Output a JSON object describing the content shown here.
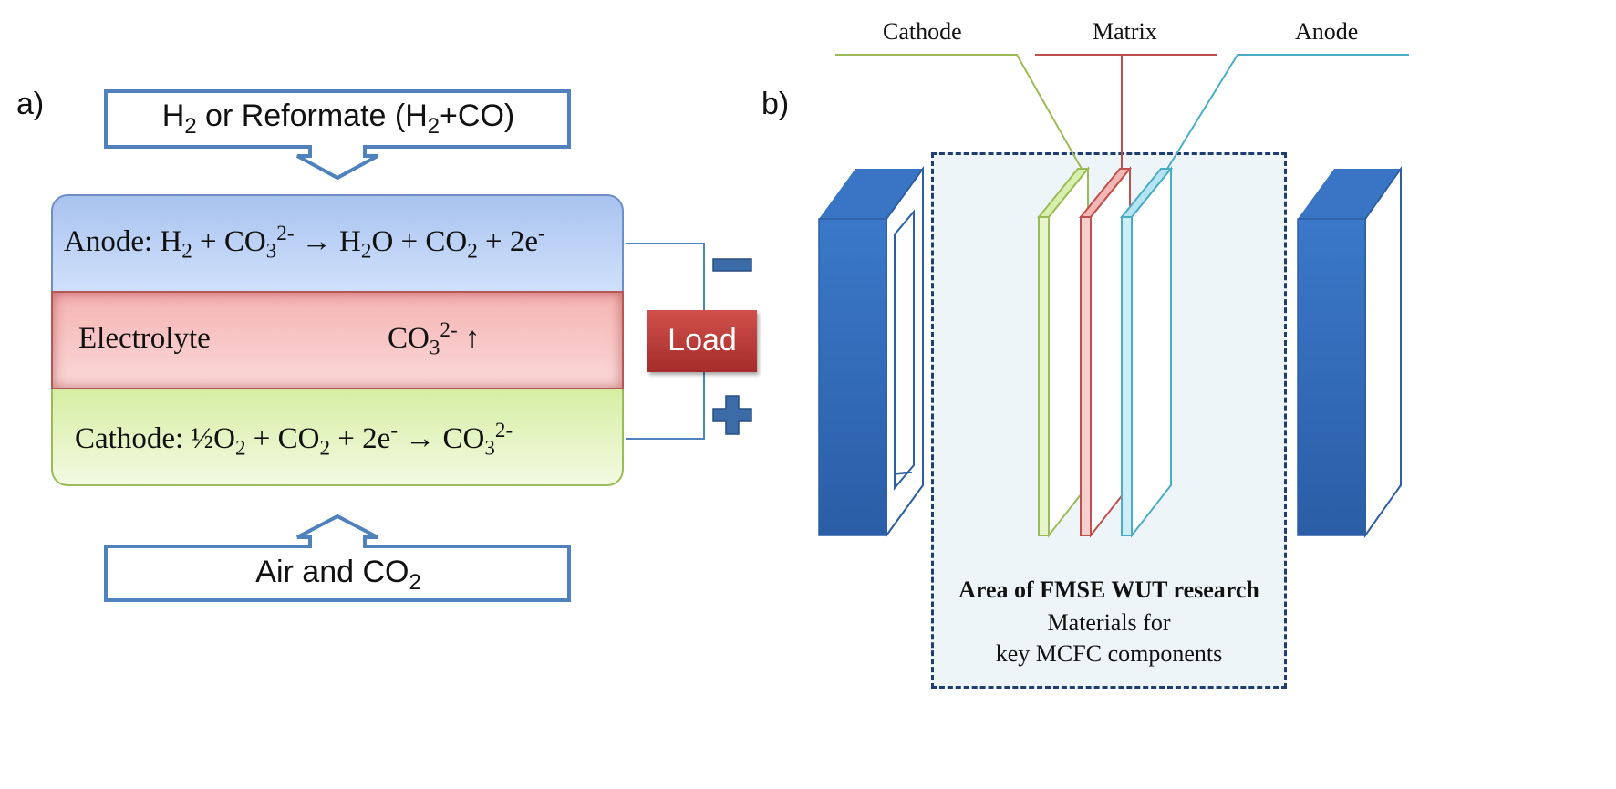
{
  "panel_a": {
    "label": "a)",
    "fuel_input": {
      "pre": "H",
      "sub1": "2",
      "mid": " or Reformate (H",
      "sub2": "2",
      "post": "+CO)"
    },
    "anode": {
      "prefix": "Anode: ",
      "eq": [
        {
          "t": "H"
        },
        {
          "t": "2",
          "s": "sub"
        },
        {
          "t": " + CO"
        },
        {
          "t": "3",
          "s": "sub"
        },
        {
          "t": "2-",
          "s": "sup"
        },
        {
          "t": " → H"
        },
        {
          "t": "2",
          "s": "sub"
        },
        {
          "t": "O + CO"
        },
        {
          "t": "2",
          "s": "sub"
        },
        {
          "t": " + 2e"
        },
        {
          "t": "-",
          "s": "sup"
        }
      ]
    },
    "electrolyte": {
      "label": "Electrolyte",
      "ion": [
        {
          "t": "CO"
        },
        {
          "t": "3",
          "s": "sub"
        },
        {
          "t": "2-",
          "s": "sup"
        },
        {
          "t": " ↑"
        }
      ]
    },
    "cathode": {
      "prefix": "Cathode: ",
      "eq": [
        {
          "t": "½O"
        },
        {
          "t": "2",
          "s": "sub"
        },
        {
          "t": " + CO"
        },
        {
          "t": "2",
          "s": "sub"
        },
        {
          "t": " + 2e"
        },
        {
          "t": "-",
          "s": "sup"
        },
        {
          "t": " → CO"
        },
        {
          "t": "3",
          "s": "sub"
        },
        {
          "t": "2-",
          "s": "sup"
        }
      ]
    },
    "load_label": "Load",
    "minus_icon": "minus-icon",
    "plus_icon": "plus-icon",
    "oxidant_input": {
      "pre": "Air and CO",
      "sub": "2"
    }
  },
  "panel_b": {
    "label": "b)",
    "callouts": {
      "cathode": "Cathode",
      "matrix": "Matrix",
      "anode": "Anode"
    },
    "research_box": {
      "title": "Area of FMSE WUT research",
      "line2": "Materials for",
      "line3": "key MCFC components"
    }
  },
  "colors": {
    "outline_blue": "#4f81bd",
    "load_red": "#c0504d",
    "cathode_green": "#9bbb59",
    "matrix_red": "#c0504d",
    "anode_cyan": "#4bacc6",
    "plate_blue": "#2e5fa3",
    "dashed_navy": "#1f3d6e"
  }
}
